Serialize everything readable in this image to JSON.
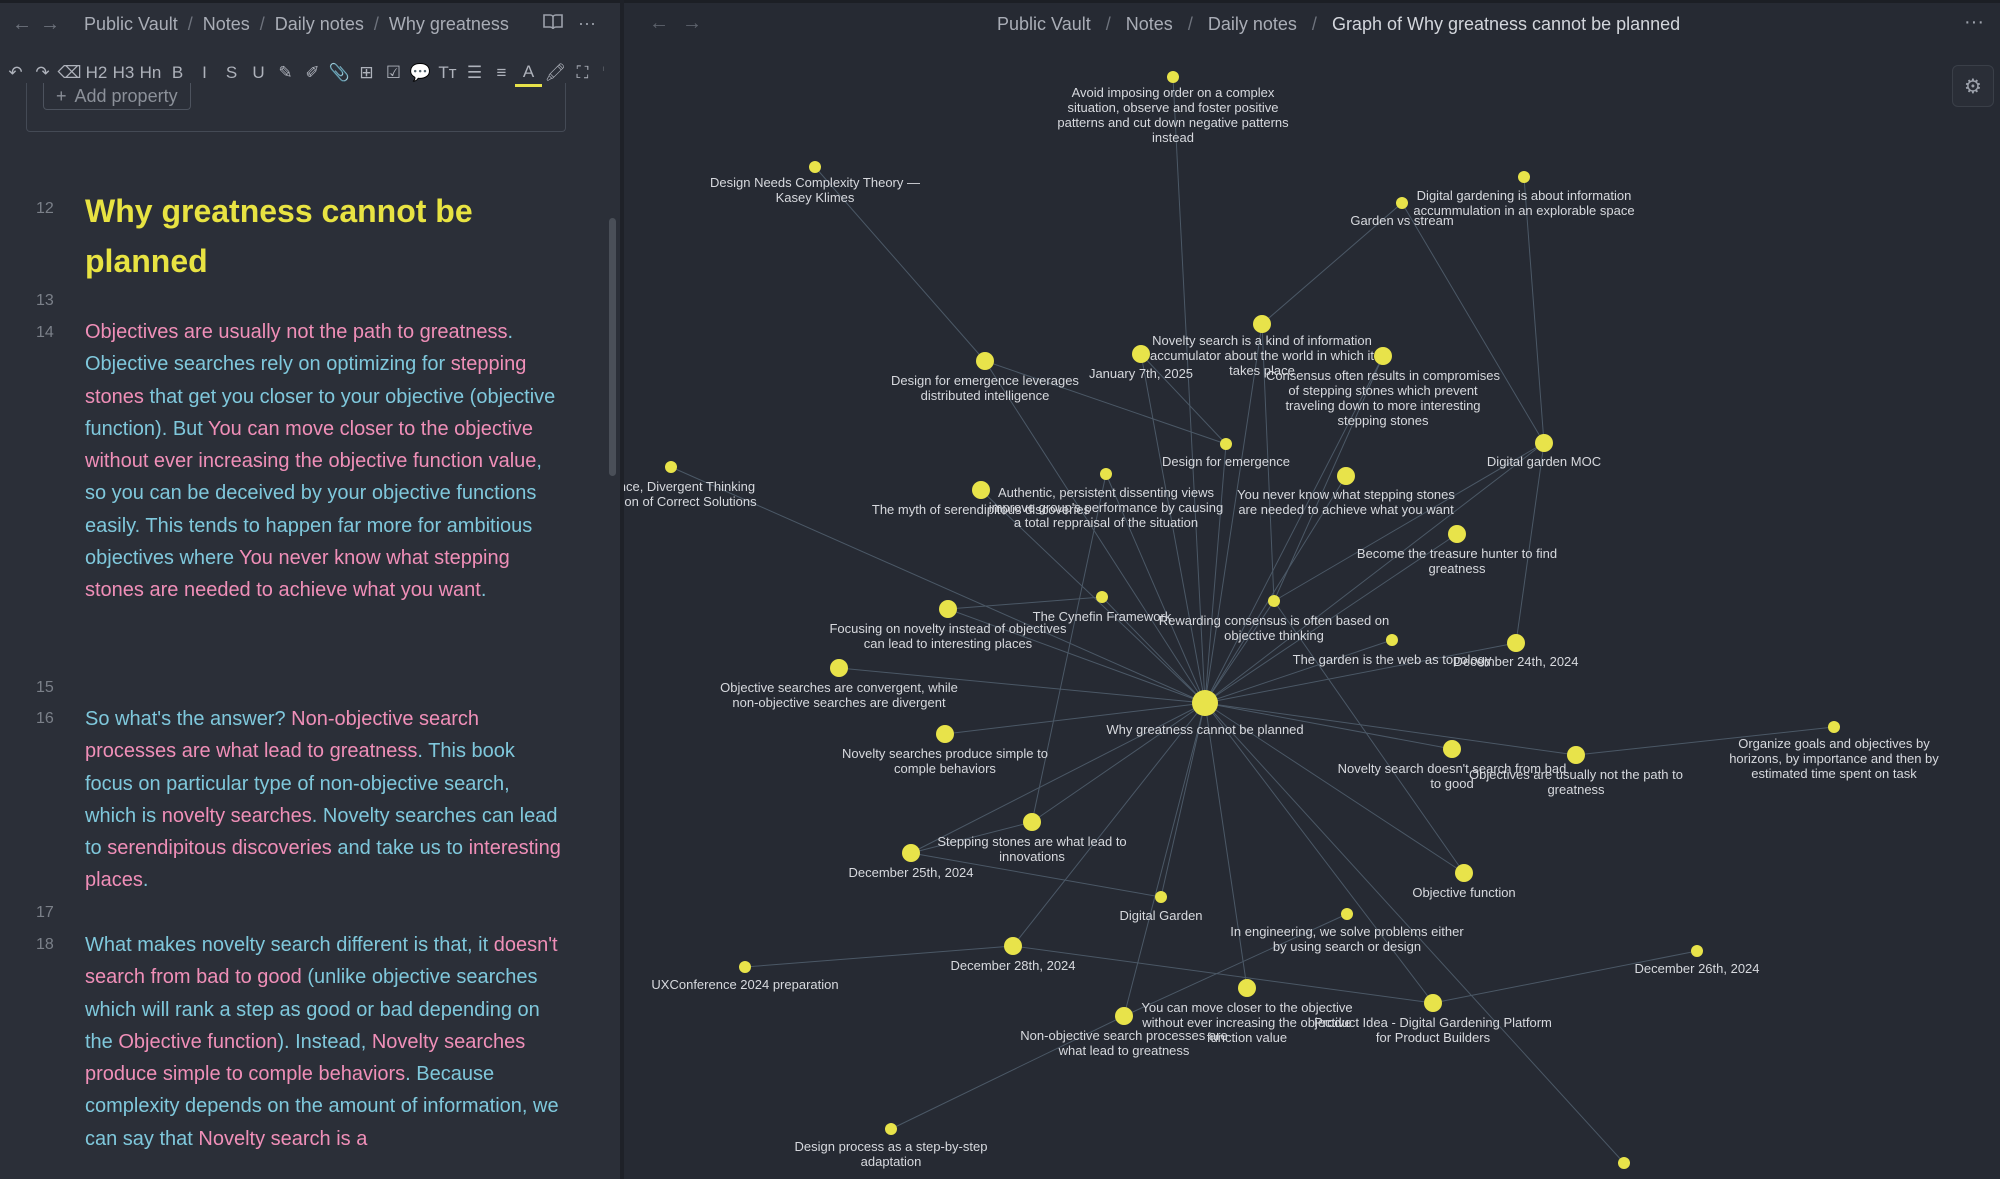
{
  "left": {
    "breadcrumb": [
      "Public Vault",
      "Notes",
      "Daily notes",
      "Why greatness"
    ],
    "sep": "/",
    "toolbar": [
      "↶",
      "↷",
      "⌫",
      "H2",
      "H3",
      "Hn",
      "B",
      "I",
      "S",
      "U",
      "✎",
      "✐",
      "📎",
      "⊞",
      "☑",
      "💬",
      "Tт",
      "☰",
      "≡",
      "A",
      "🖍",
      "⛶",
      "⤡"
    ],
    "add_property": "Add property",
    "title": "Why greatness cannot be planned",
    "line_numbers": [
      "12",
      "13",
      "14",
      "15",
      "16",
      "17",
      "18"
    ],
    "para14": [
      {
        "t": "Objectives are usually not the path to greatness",
        "c": "pk"
      },
      {
        "t": ". Objective searches rely on optimizing for ",
        "c": "bl"
      },
      {
        "t": "stepping stones",
        "c": "pk"
      },
      {
        "t": " that get you closer to your objective (objective function). But ",
        "c": "bl"
      },
      {
        "t": "You can move closer to the objective without ever increasing the objective function value",
        "c": "pk"
      },
      {
        "t": ", so you can be deceived by your objective functions easily. This tends to happen far more for ambitious objectives where ",
        "c": "bl"
      },
      {
        "t": "You never know what stepping stones are needed to achieve what you want",
        "c": "pk"
      },
      {
        "t": ".",
        "c": "bl"
      }
    ],
    "para16": [
      {
        "t": "So what's the answer? ",
        "c": "bl"
      },
      {
        "t": "Non-objective search processes are what lead to greatness",
        "c": "pk"
      },
      {
        "t": ". This book focus on particular type of non-objective search, which is ",
        "c": "bl"
      },
      {
        "t": "novelty searches",
        "c": "pk"
      },
      {
        "t": ". Novelty searches can lead to ",
        "c": "bl"
      },
      {
        "t": "serendipitous discoveries",
        "c": "pk"
      },
      {
        "t": " and take us to ",
        "c": "bl"
      },
      {
        "t": "interesting places",
        "c": "pk"
      },
      {
        "t": ".",
        "c": "bl"
      }
    ],
    "para18": [
      {
        "t": "What makes novelty search different is that, it ",
        "c": "bl"
      },
      {
        "t": "doesn't search from bad to good",
        "c": "pk"
      },
      {
        "t": " (unlike objective searches which will rank a step as good or bad depending on the ",
        "c": "bl"
      },
      {
        "t": "Objective function",
        "c": "pk"
      },
      {
        "t": "). Instead, ",
        "c": "bl"
      },
      {
        "t": "Novelty searches produce simple to comple behaviors",
        "c": "pk"
      },
      {
        "t": ". Because complexity depends on the amount of information, we can say that ",
        "c": "bl"
      },
      {
        "t": "Novelty search is a",
        "c": "pk"
      }
    ]
  },
  "right": {
    "breadcrumb": [
      "Public Vault",
      "Notes",
      "Daily notes"
    ],
    "title": "Graph of Why greatness cannot be planned",
    "sep": "/",
    "more": "···",
    "colors": {
      "node": "#e8e34a",
      "edge": "#4b5866",
      "label": "#d7d9de"
    },
    "nodes": [
      {
        "id": "center",
        "label": [
          "Why greatness cannot be planned"
        ]
      },
      {
        "id": "avoid",
        "label": [
          "Avoid imposing order on a complex",
          "situation, observe and foster positive",
          "patterns and cut down negative patterns",
          "instead"
        ]
      },
      {
        "id": "designcomplex",
        "label": [
          "Design Needs Complexity Theory —",
          "Kasey Klimes"
        ]
      },
      {
        "id": "gardenstream",
        "label": [
          "Garden vs stream"
        ]
      },
      {
        "id": "digitalgarden",
        "label": [
          "Digital gardening is about information",
          "accummulation in an explorable space"
        ]
      },
      {
        "id": "noveltyaccum",
        "label": [
          "Novelty search is a kind of information",
          "accumulator about the world in which it",
          "takes place"
        ]
      },
      {
        "id": "jan7",
        "label": [
          "January 7th, 2025"
        ]
      },
      {
        "id": "consensus",
        "label": [
          "Consensus often results in compromises",
          "of stepping stones which prevent",
          "traveling down to more interesting",
          "stepping stones"
        ]
      },
      {
        "id": "emergenceleverage",
        "label": [
          "Design for emergence leverages",
          "distributed intelligence"
        ]
      },
      {
        "id": "designemergence",
        "label": [
          "Design for emergence"
        ]
      },
      {
        "id": "gardenmoc",
        "label": [
          "Digital garden MOC"
        ]
      },
      {
        "id": "influence",
        "label": [
          "Influence, Divergent Thinking",
          "Selection of Correct Solutions"
        ]
      },
      {
        "id": "myth",
        "label": [
          "The myth of serendipitous discoveries"
        ]
      },
      {
        "id": "authentic",
        "label": [
          "Authentic, persistent dissenting views",
          "improve group's performance by causing",
          "a total reppraisal of the situation"
        ]
      },
      {
        "id": "nevenknow",
        "label": [
          "You never know what stepping stones",
          "are needed to achieve what you want"
        ]
      },
      {
        "id": "treasure",
        "label": [
          "Become the treasure hunter to find",
          "greatness"
        ]
      },
      {
        "id": "cynefin",
        "label": [
          "The Cynefin Framework"
        ]
      },
      {
        "id": "rewarding",
        "label": [
          "Rewarding consensus is often based on",
          "objective thinking"
        ]
      },
      {
        "id": "focusing",
        "label": [
          "Focusing on novelty instead of objectives",
          "can lead to interesting places"
        ]
      },
      {
        "id": "gardenweb",
        "label": [
          "The garden is the web as topology"
        ]
      },
      {
        "id": "dec24",
        "label": [
          "December 24th, 2024"
        ]
      },
      {
        "id": "convergent",
        "label": [
          "Objective searches are convergent, while",
          "non-objective searches are divergent"
        ]
      },
      {
        "id": "simpletocomple",
        "label": [
          "Novelty searches produce simple to",
          "comple behaviors"
        ]
      },
      {
        "id": "badtogood",
        "label": [
          "Novelty search doesn't search from bad",
          "to good"
        ]
      },
      {
        "id": "objectivespath",
        "label": [
          "Objectives are usually not the path to",
          "greatness"
        ]
      },
      {
        "id": "organize",
        "label": [
          "Organize goals and objectives by",
          "horizons, by importance and then by",
          "estimated time spent on task"
        ]
      },
      {
        "id": "stepping",
        "label": [
          "Stepping stones are what lead to",
          "innovations"
        ]
      },
      {
        "id": "dec25",
        "label": [
          "December 25th, 2024"
        ]
      },
      {
        "id": "objfunction",
        "label": [
          "Objective function"
        ]
      },
      {
        "id": "digitalgardennode",
        "label": [
          "Digital Garden"
        ]
      },
      {
        "id": "engineering",
        "label": [
          "In engineering, we solve problems either",
          "by using search or design"
        ]
      },
      {
        "id": "dec28",
        "label": [
          "December 28th, 2024"
        ]
      },
      {
        "id": "uxconf",
        "label": [
          "UXConference 2024 preparation"
        ]
      },
      {
        "id": "dec26",
        "label": [
          "December 26th, 2024"
        ]
      },
      {
        "id": "movecloser",
        "label": [
          "You can move closer to the objective",
          "without ever increasing the objective",
          "function value"
        ]
      },
      {
        "id": "nonobjective",
        "label": [
          "Non-objective search processes are",
          "what lead to greatness"
        ]
      },
      {
        "id": "productidea",
        "label": [
          "Product Idea - Digital Gardening Platform",
          "for Product Builders"
        ]
      },
      {
        "id": "designstep",
        "label": [
          "Design process as a step-by-step",
          "adaptation"
        ]
      },
      {
        "id": "bottom",
        "label": []
      }
    ],
    "edges": [
      [
        "center",
        "avoid"
      ],
      [
        "center",
        "noveltyaccum"
      ],
      [
        "center",
        "jan7"
      ],
      [
        "center",
        "consensus"
      ],
      [
        "center",
        "emergenceleverage"
      ],
      [
        "center",
        "designemergence"
      ],
      [
        "center",
        "gardenmoc"
      ],
      [
        "center",
        "influence"
      ],
      [
        "center",
        "myth"
      ],
      [
        "center",
        "authentic"
      ],
      [
        "center",
        "nevenknow"
      ],
      [
        "center",
        "treasure"
      ],
      [
        "center",
        "cynefin"
      ],
      [
        "center",
        "rewarding"
      ],
      [
        "center",
        "focusing"
      ],
      [
        "center",
        "gardenweb"
      ],
      [
        "center",
        "dec24"
      ],
      [
        "center",
        "convergent"
      ],
      [
        "center",
        "simpletocomple"
      ],
      [
        "center",
        "badtogood"
      ],
      [
        "center",
        "objectivespath"
      ],
      [
        "center",
        "stepping"
      ],
      [
        "center",
        "dec25"
      ],
      [
        "center",
        "objfunction"
      ],
      [
        "center",
        "digitalgardennode"
      ],
      [
        "center",
        "dec28"
      ],
      [
        "center",
        "movecloser"
      ],
      [
        "center",
        "nonobjective"
      ],
      [
        "center",
        "productidea"
      ],
      [
        "center",
        "bottom"
      ],
      [
        "noveltyaccum",
        "gardenstream"
      ],
      [
        "designcomplex",
        "emergenceleverage"
      ],
      [
        "digitalgarden",
        "gardenmoc"
      ],
      [
        "gardenstream",
        "gardenmoc"
      ],
      [
        "jan7",
        "designemergence"
      ],
      [
        "emergenceleverage",
        "designemergence"
      ],
      [
        "gardenmoc",
        "dec24"
      ],
      [
        "gardenmoc",
        "rewarding"
      ],
      [
        "objectivespath",
        "organize"
      ],
      [
        "productidea",
        "dec26"
      ],
      [
        "engineering",
        "nonobjective"
      ],
      [
        "nonobjective",
        "designstep"
      ],
      [
        "dec25",
        "digitalgardennode"
      ],
      [
        "dec28",
        "uxconf"
      ],
      [
        "productidea",
        "dec28"
      ],
      [
        "rewarding",
        "objfunction"
      ],
      [
        "consensus",
        "rewarding"
      ],
      [
        "noveltyaccum",
        "rewarding"
      ],
      [
        "focusing",
        "cynefin"
      ],
      [
        "stepping",
        "authentic"
      ],
      [
        "dec25",
        "stepping"
      ]
    ]
  }
}
